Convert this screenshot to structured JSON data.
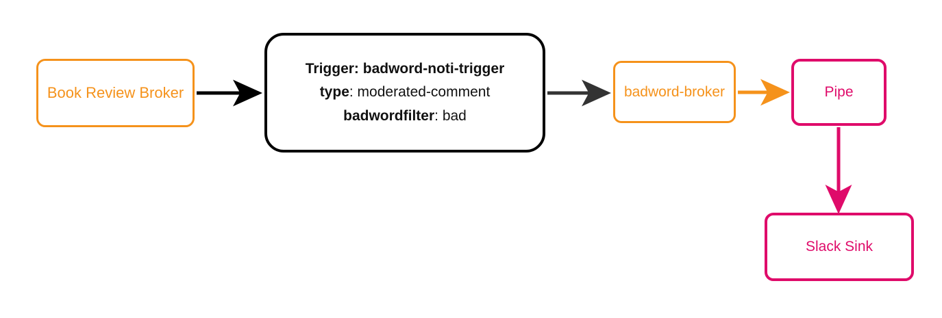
{
  "diagram": {
    "type": "flow-diagram",
    "background_color": "#ffffff",
    "palette": {
      "orange": "#F5921B",
      "pink": "#DF0B6A",
      "black": "#000000",
      "dark_gray": "#333333"
    },
    "nodes": [
      {
        "id": "book-review-broker",
        "label": "Book Review Broker",
        "label_lines": [
          "Book Review",
          "Broker"
        ],
        "shape": "rounded-rect",
        "border_color": "#F5921B",
        "text_color": "#F5921B"
      },
      {
        "id": "trigger",
        "shape": "rounded-rect",
        "border_color": "#000000",
        "text_color": "#111111",
        "rows": [
          {
            "key": "Trigger:",
            "value": "badword-noti-trigger",
            "all_bold": true
          },
          {
            "key": "type",
            "separator": ": ",
            "value": "moderated-comment",
            "all_bold": false
          },
          {
            "key": "badwordfilter",
            "separator": ": ",
            "value": "bad",
            "all_bold": false
          }
        ]
      },
      {
        "id": "badword-broker",
        "label": "badword-broker",
        "label_lines": [
          "badword-",
          "broker"
        ],
        "shape": "rounded-rect",
        "border_color": "#F5921B",
        "text_color": "#F5921B"
      },
      {
        "id": "pipe",
        "label": "Pipe",
        "shape": "rounded-rect",
        "border_color": "#DF0B6A",
        "text_color": "#DF0B6A"
      },
      {
        "id": "slack-sink",
        "label": "Slack Sink",
        "shape": "rounded-rect",
        "border_color": "#DF0B6A",
        "text_color": "#DF0B6A"
      }
    ],
    "edges": [
      {
        "id": "edge-broker-to-trigger",
        "from": "book-review-broker",
        "to": "trigger",
        "color": "#000000",
        "direction": "right"
      },
      {
        "id": "edge-trigger-to-badword-broker",
        "from": "trigger",
        "to": "badword-broker",
        "color": "#333333",
        "direction": "right"
      },
      {
        "id": "edge-badword-broker-to-pipe",
        "from": "badword-broker",
        "to": "pipe",
        "color": "#F5921B",
        "direction": "right"
      },
      {
        "id": "edge-pipe-to-slack-sink",
        "from": "pipe",
        "to": "slack-sink",
        "color": "#DF0B6A",
        "direction": "down"
      }
    ]
  }
}
